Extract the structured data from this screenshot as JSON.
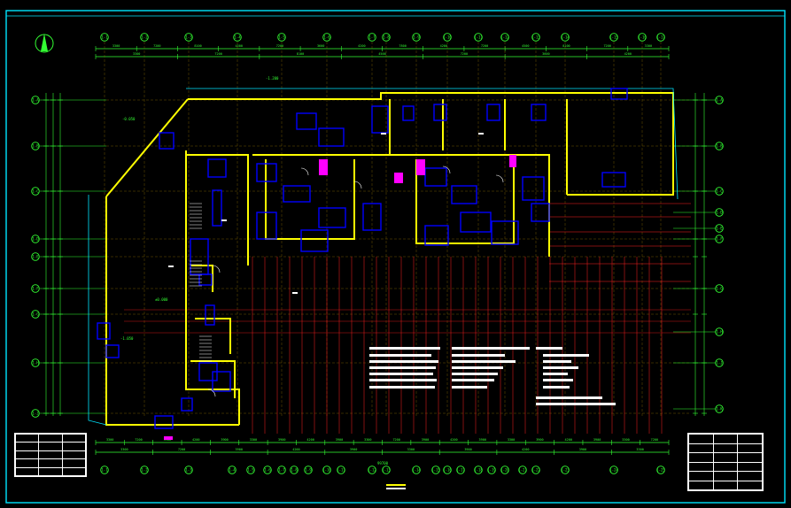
{
  "drawing": {
    "colors": {
      "background": "#000000",
      "frame": "#00e5ff",
      "dimension": "#33ff33",
      "wall": "#ffff00",
      "fixture": "#0000ff",
      "pipe": "#ff2020",
      "text": "#ffffff",
      "accent": "#ff00ff"
    },
    "icons": [
      "north-arrow-icon",
      "axis-bubble-icon",
      "door-swing-icon",
      "stair-icon"
    ],
    "top_axes": [
      "1-1",
      "1-2",
      "1-3",
      "1-4",
      "1-5",
      "1-6",
      "1-7",
      "1-8",
      "1-9",
      "1-10",
      "1-11",
      "1-12",
      "1-13",
      "1-14",
      "1-15",
      "1-16",
      "1-17"
    ],
    "bottom_axes": [
      "1-1",
      "1-2",
      "1-3",
      "1-4",
      "1-5",
      "1-6",
      "1-7",
      "1-8",
      "1-9",
      "1-10",
      "1-11",
      "1-12",
      "1-13",
      "1-14",
      "1-15",
      "1-16",
      "1-17",
      "1-18",
      "1-19",
      "1-20",
      "1-21",
      "1-22",
      "1-23",
      "1-24",
      "1-25"
    ],
    "left_axes": [
      "1-A",
      "1-B",
      "1-C",
      "1-D",
      "1-E",
      "1-F",
      "1-G",
      "1-H",
      "1-J"
    ],
    "right_axes": [
      "1-A",
      "1-B",
      "1-C",
      "1-D",
      "1-E",
      "1-F",
      "1-G",
      "1-H",
      "1-J",
      "1-K"
    ],
    "top_dims": [
      "3300",
      "7200",
      "8100",
      "4500",
      "7200",
      "3600",
      "4200",
      "7800",
      "4200",
      "7200",
      "4500",
      "8100",
      "7200",
      "3300"
    ],
    "bottom_dims": [
      "3300",
      "7200",
      "3900",
      "4200",
      "3900",
      "3300",
      "3900",
      "4200",
      "3900",
      "3300",
      "7200",
      "3900",
      "4200",
      "3900",
      "3300",
      "3900",
      "4200",
      "3900",
      "3300",
      "7200"
    ],
    "level_marks": [
      "-1.200",
      "-0.050",
      "-1.050",
      "±0.000"
    ],
    "total_dim": "99700"
  }
}
